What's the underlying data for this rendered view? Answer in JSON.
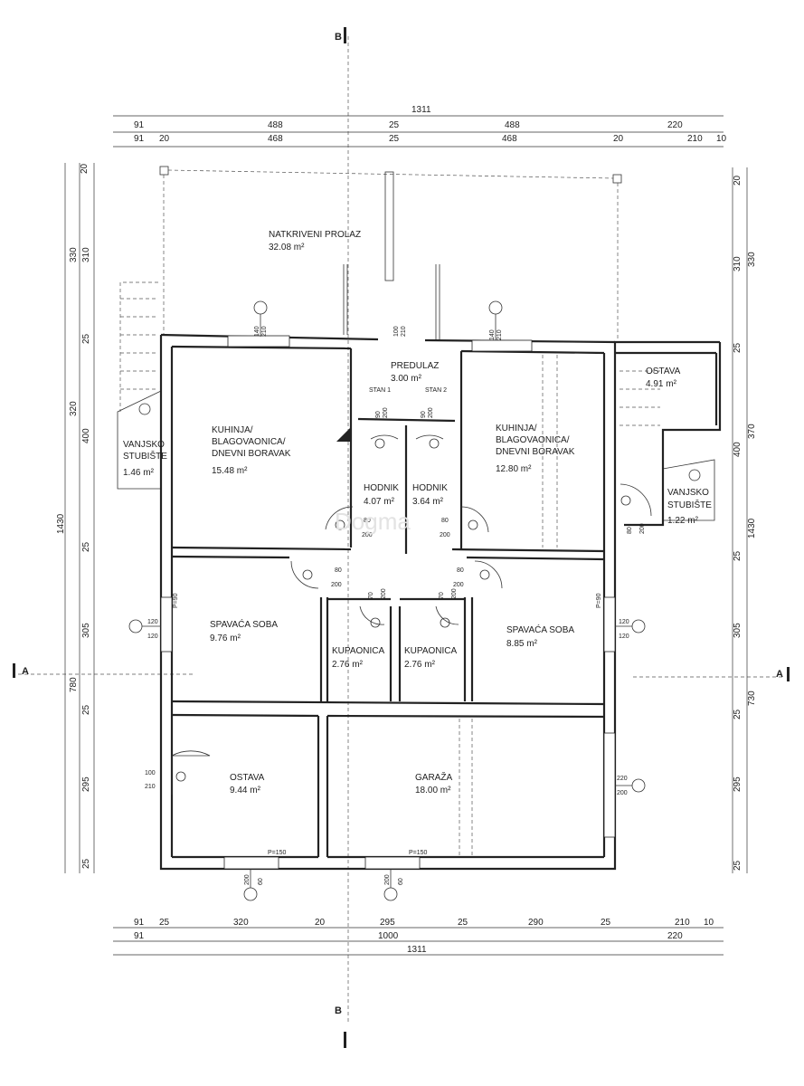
{
  "dimensions": {
    "top_total": "1311",
    "top_row1": [
      "91",
      "488",
      "25",
      "488",
      "220"
    ],
    "top_row2": [
      "91",
      "20",
      "468",
      "25",
      "468",
      "20",
      "210",
      "10"
    ],
    "bottom_row1": [
      "91",
      "25",
      "320",
      "20",
      "295",
      "25",
      "290",
      "25",
      "210",
      "10"
    ],
    "bottom_row2": [
      "91",
      "1000",
      "220"
    ],
    "bottom_total": "1311",
    "left_outer": [
      "20",
      "330",
      "310",
      "25",
      "320",
      "400",
      "1430",
      "25",
      "305",
      "780",
      "25",
      "295",
      "25"
    ],
    "right_outer": [
      "20",
      "310",
      "330",
      "25",
      "370",
      "400",
      "1430",
      "25",
      "305",
      "730",
      "25",
      "295",
      "25"
    ]
  },
  "section_marks": {
    "top": "B",
    "bottom": "B",
    "left": "A",
    "right": "A"
  },
  "rooms": {
    "natkriveni": {
      "name": "NATKRIVENI PROLAZ",
      "area": "32.08 m²"
    },
    "predulaz": {
      "name": "PREDULAZ",
      "area": "3.00 m²"
    },
    "stan1": "STAN 1",
    "stan2": "STAN 2",
    "kuhinja_left": {
      "l1": "KUHINJA/",
      "l2": "BLAGOVAONICA/",
      "l3": "DNEVNI BORAVAK",
      "area": "15.48 m²"
    },
    "kuhinja_right": {
      "l1": "KUHINJA/",
      "l2": "BLAGOVAONICA/",
      "l3": "DNEVNI BORAVAK",
      "area": "12.80 m²"
    },
    "ostava_top": {
      "name": "OSTAVA",
      "area": "4.91 m²"
    },
    "vanjsko_left": {
      "l1": "VANJSKO",
      "l2": "STUBIŠTE",
      "area": "1.46 m²"
    },
    "vanjsko_right": {
      "l1": "VANJSKO",
      "l2": "STUBIŠTE",
      "area": "1.22 m²"
    },
    "hodnik_left": {
      "name": "HODNIK",
      "area": "4.07 m²"
    },
    "hodnik_right": {
      "name": "HODNIK",
      "area": "3.64 m²"
    },
    "spavaca_left": {
      "name": "SPAVAĆA SOBA",
      "area": "9.76 m²"
    },
    "spavaca_right": {
      "name": "SPAVAĆA SOBA",
      "area": "8.85 m²"
    },
    "kupaonica_left": {
      "name": "KUPAONICA",
      "area": "2.76 m²"
    },
    "kupaonica_right": {
      "name": "KUPAONICA",
      "area": "2.76 m²"
    },
    "ostava_bottom": {
      "name": "OSTAVA",
      "area": "9.44 m²"
    },
    "garaza": {
      "name": "GARAŽA",
      "area": "18.00 m²"
    }
  },
  "openings": {
    "win140": "140",
    "win210": "210",
    "door100": "100",
    "door210": "210",
    "d90": "90",
    "d200": "200",
    "d80": "80",
    "d70": "70",
    "w120": "120",
    "w220": "220",
    "p90": "P=90",
    "p150": "P=150",
    "w60": "60"
  },
  "watermark": "Dogma"
}
